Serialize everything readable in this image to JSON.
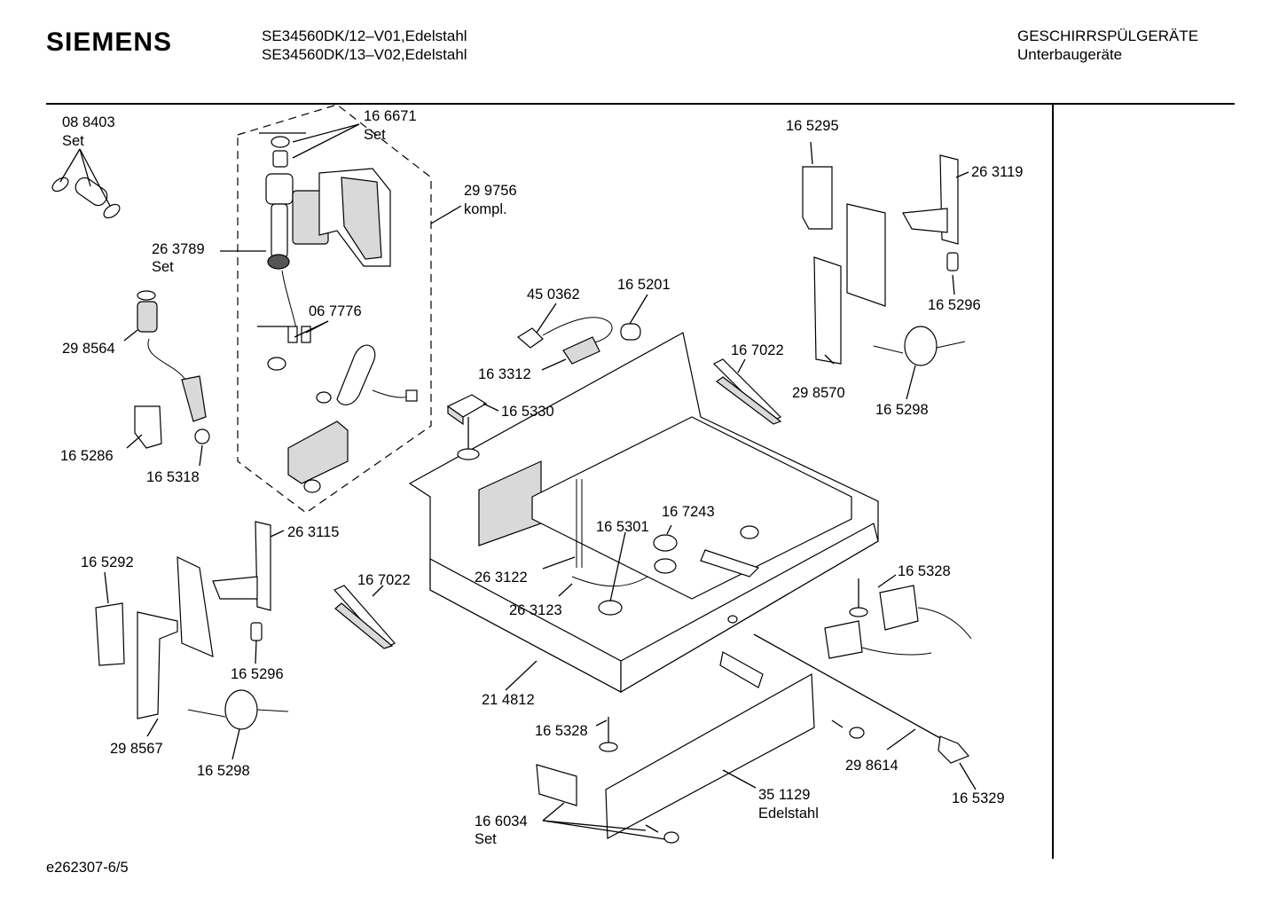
{
  "header": {
    "brand": "SIEMENS",
    "model_line_1": "SE34560DK/12–V01,Edelstahl",
    "model_line_2": "SE34560DK/13–V02,Edelstahl",
    "category_line_1": "GESCHIRRSPÜLGERÄTE",
    "category_line_2": "Unterbaugeräte"
  },
  "labels": {
    "p088403": "08 8403",
    "p088403_sub": "Set",
    "p166671": "16 6671",
    "p166671_sub": "Set",
    "p299756": "29 9756",
    "p299756_sub": "kompl.",
    "p263789": "26 3789",
    "p263789_sub": "Set",
    "p067776": "06 7776",
    "p298564": "29 8564",
    "p165286": "16 5286",
    "p165318": "16 5318",
    "p450362": "45 0362",
    "p165201": "16 5201",
    "p163312": "16 3312",
    "p165330": "16 5330",
    "p167022a": "16 7022",
    "p165295": "16 5295",
    "p263119": "26 3119",
    "p165296a": "16 5296",
    "p298570": "29 8570",
    "p165298a": "16 5298",
    "p263115": "26 3115",
    "p165292": "16 5292",
    "p167022b": "16 7022",
    "p165296b": "16 5296",
    "p298567": "29 8567",
    "p165298b": "16 5298",
    "p167243": "16 7243",
    "p165301": "16 5301",
    "p263122": "26 3122",
    "p263123": "26 3123",
    "p214812": "21 4812",
    "p165328a": "16 5328",
    "p165328b": "16 5328",
    "p298614": "29 8614",
    "p165329": "16 5329",
    "p351129": "35 1129",
    "p351129_sub": "Edelstahl",
    "p166034": "16 6034",
    "p166034_sub": "Set"
  },
  "footer": {
    "drawing_id": "e262307-6/5"
  }
}
